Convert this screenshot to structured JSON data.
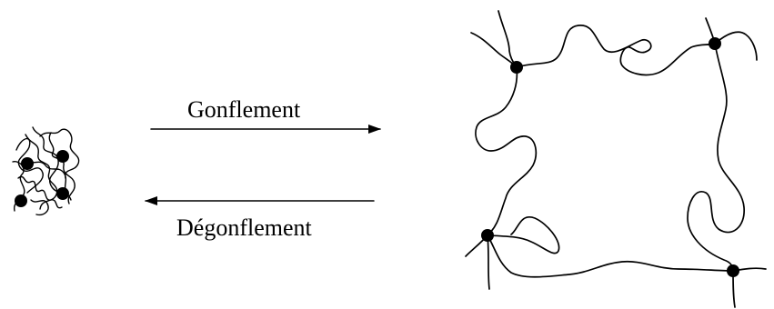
{
  "diagram": {
    "forward_label": "Gonflement",
    "reverse_label": "Dégonflement",
    "colors": {
      "ink": "#000000",
      "background": "#ffffff"
    },
    "icons": {
      "crosslink": "filled-circle"
    }
  }
}
